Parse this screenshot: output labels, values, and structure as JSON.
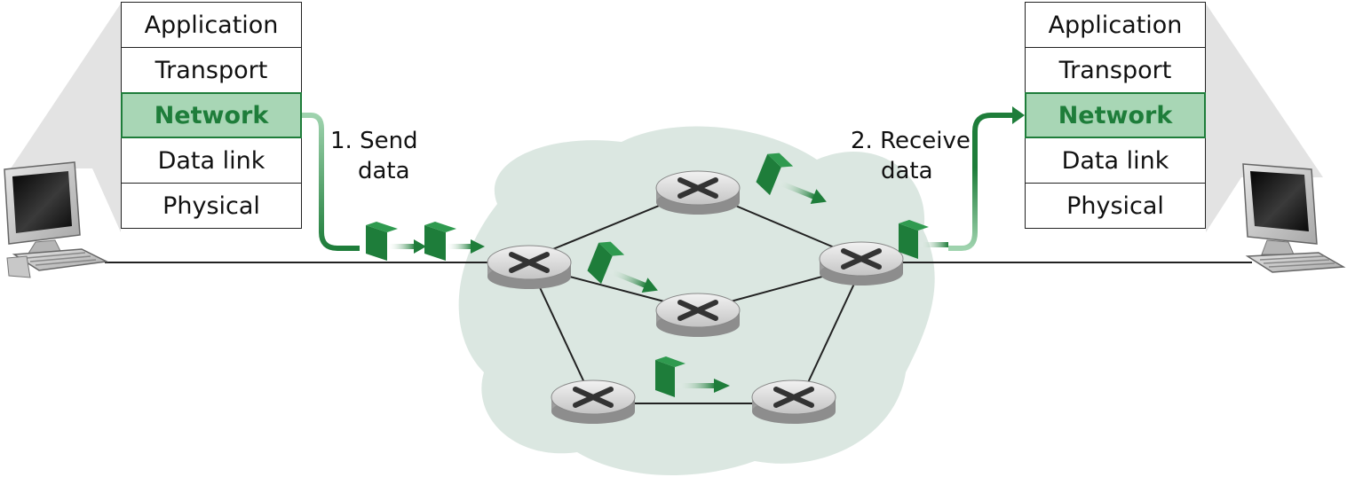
{
  "colors": {
    "accent": "#1e7d3a",
    "highlight_fill": "#a8d6b5",
    "cloud": "#dbe7e1",
    "link": "#222222"
  },
  "left_host": {
    "layers": [
      "Application",
      "Transport",
      "Network",
      "Data link",
      "Physical"
    ],
    "highlighted": "Network"
  },
  "right_host": {
    "layers": [
      "Application",
      "Transport",
      "Network",
      "Data link",
      "Physical"
    ],
    "highlighted": "Network"
  },
  "steps": {
    "send": {
      "line1": "1. Send",
      "line2": "data"
    },
    "receive": {
      "line1": "2. Receive",
      "line2": "data"
    }
  },
  "icons": [
    "computer-icon",
    "router-icon",
    "packet-icon"
  ]
}
